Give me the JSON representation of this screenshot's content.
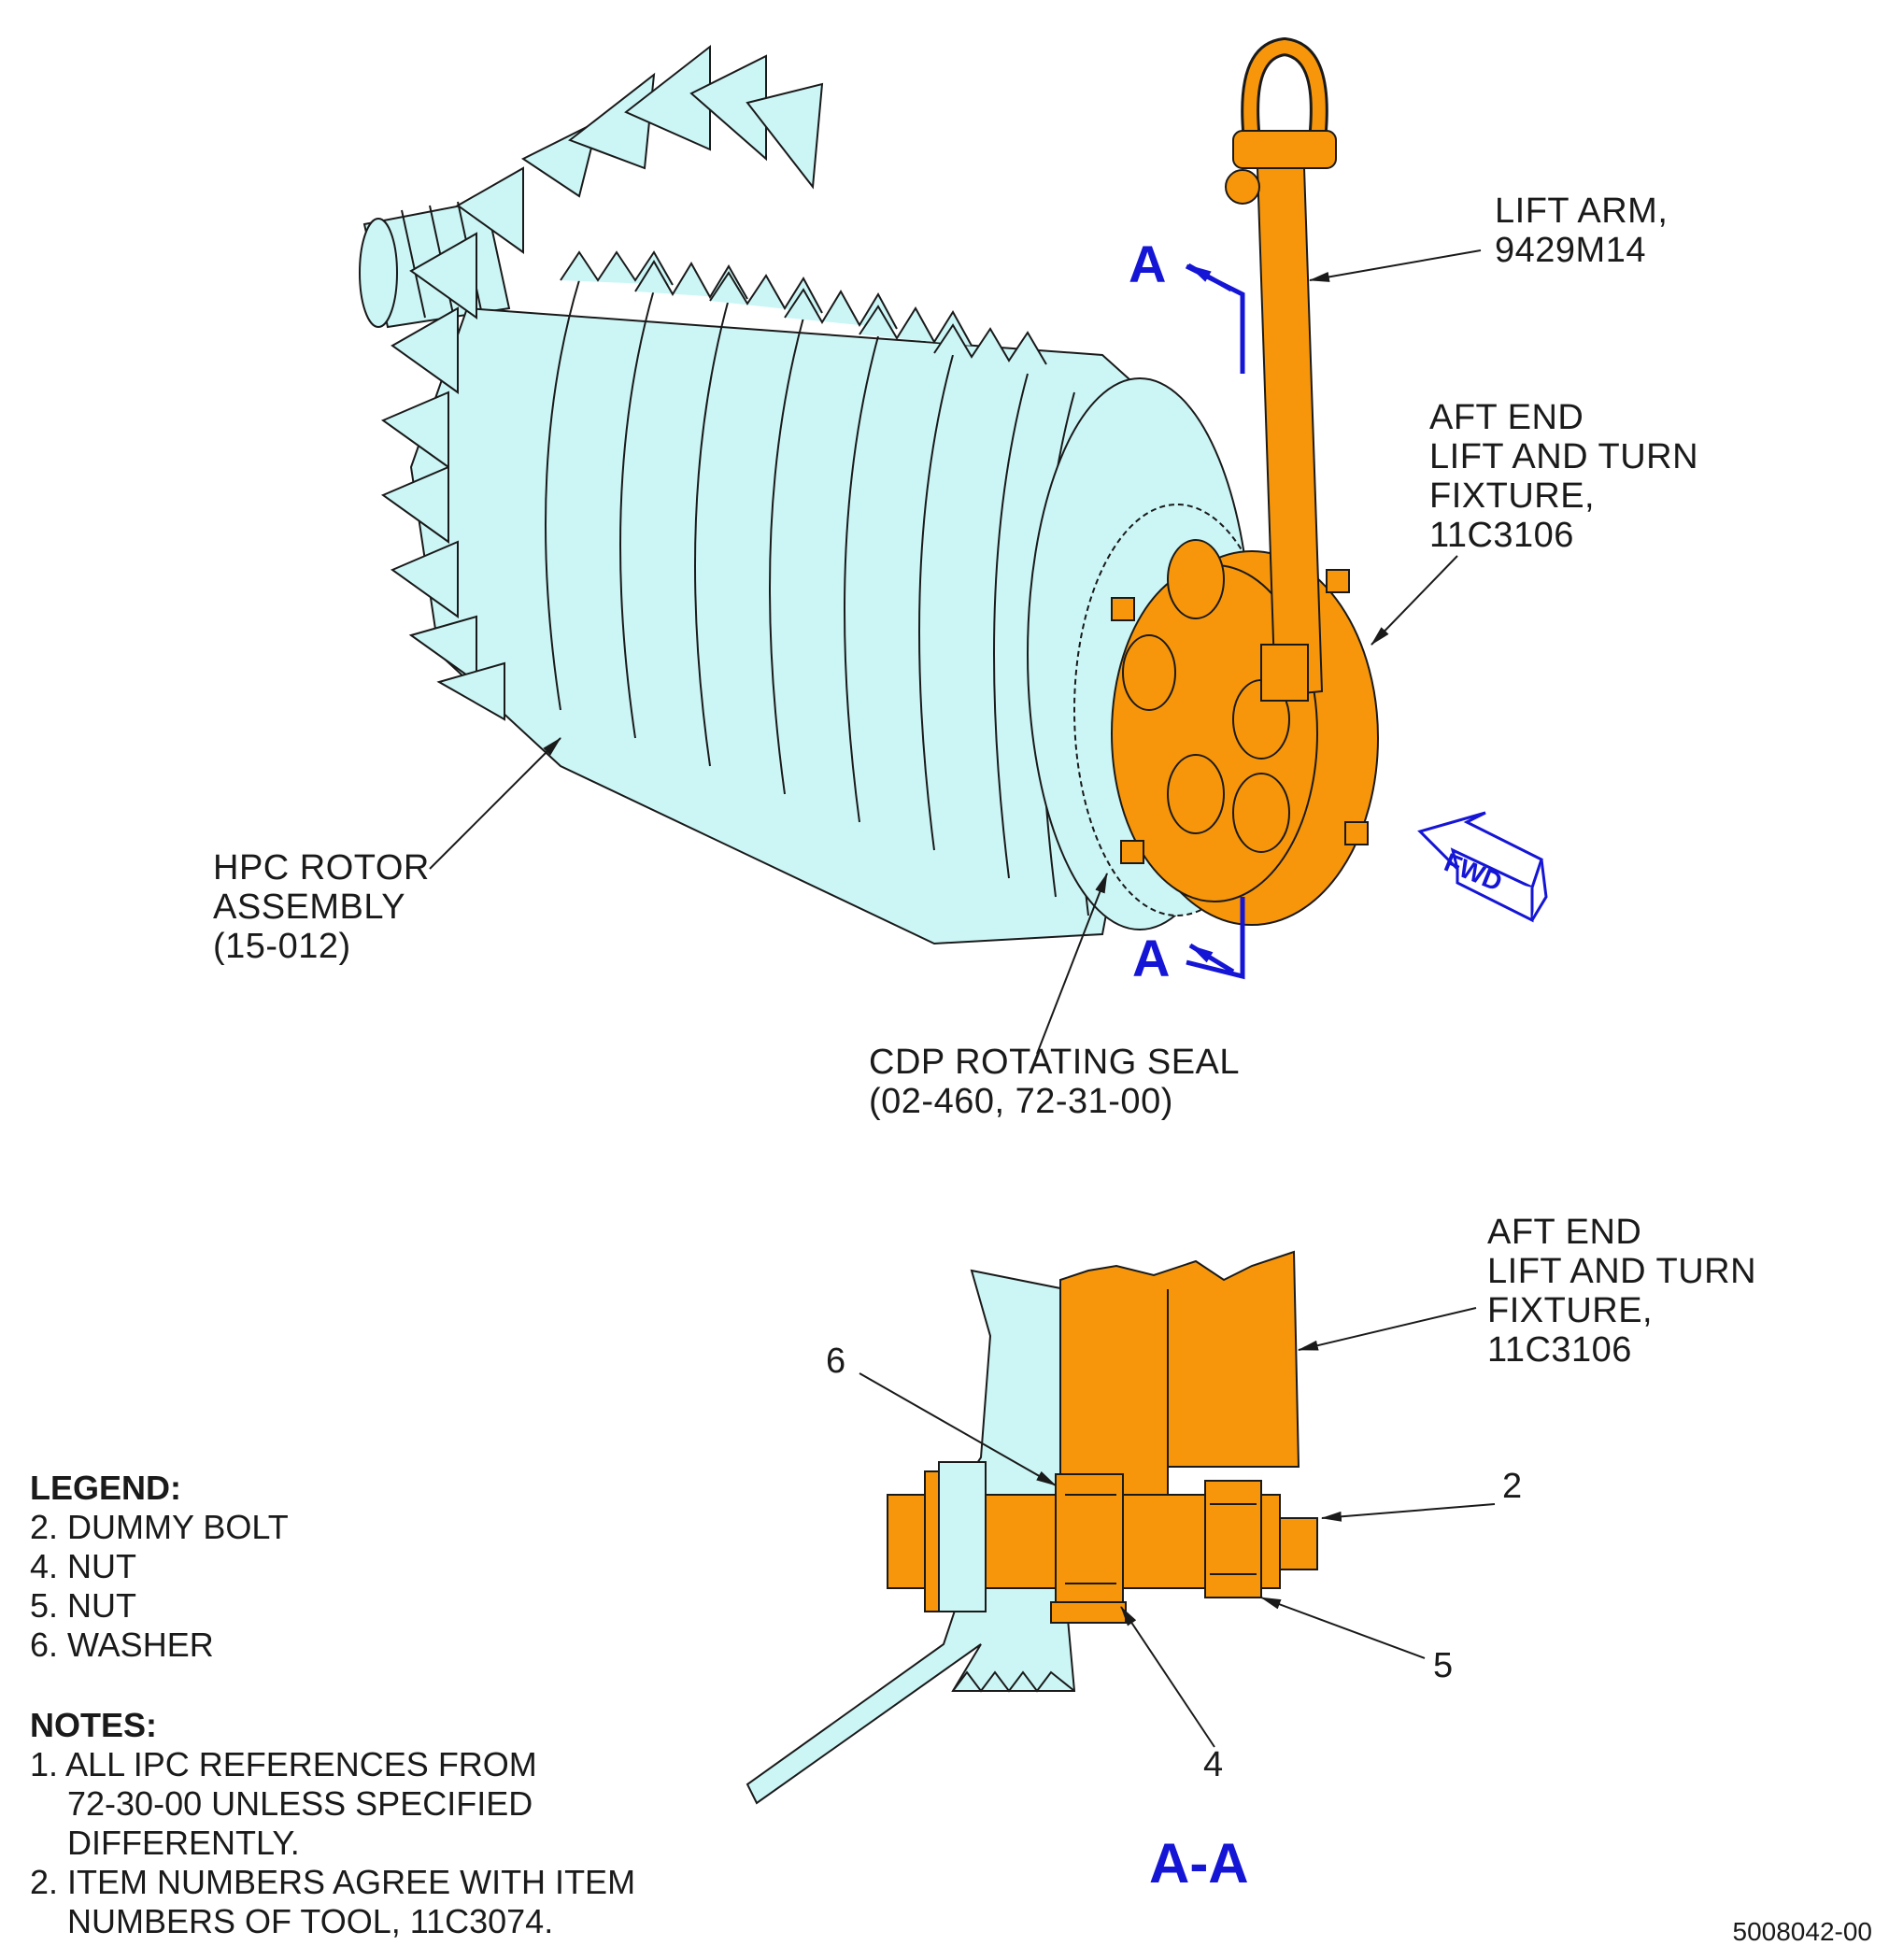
{
  "labels": {
    "lift_arm": "LIFT ARM,\n9429M14",
    "aft_fixture_top": "AFT END\nLIFT AND TURN\nFIXTURE,\n11C3106",
    "hpc_rotor": "HPC ROTOR\nASSEMBLY\n(15-012)",
    "cdp_seal": "CDP ROTATING SEAL\n(02-460, 72-31-00)",
    "aft_fixture_bottom": "AFT END\nLIFT AND TURN\nFIXTURE,\n11C3106"
  },
  "section": {
    "marker_top": "A",
    "marker_bottom": "A",
    "view_title": "A-A"
  },
  "fwd_arrow": "FWD",
  "items": {
    "i6": "6",
    "i2": "2",
    "i5": "5",
    "i4": "4"
  },
  "legend": {
    "title": "LEGEND:",
    "entries": [
      "2. DUMMY BOLT",
      "4. NUT",
      "5. NUT",
      "6. WASHER"
    ]
  },
  "notes": {
    "title": "NOTES:",
    "n1_lines": [
      "1. ALL IPC REFERENCES FROM",
      "    72-30-00 UNLESS SPECIFIED",
      "    DIFFERENTLY."
    ],
    "n2_lines": [
      "2. ITEM NUMBERS AGREE WITH ITEM",
      "    NUMBERS OF TOOL, 11C3074."
    ]
  },
  "figure_number": "5008042-00",
  "colors": {
    "rotor": "#ccf6f6",
    "tool": "#f7960a",
    "section": "#1515d6",
    "line": "#1a1a1a"
  }
}
